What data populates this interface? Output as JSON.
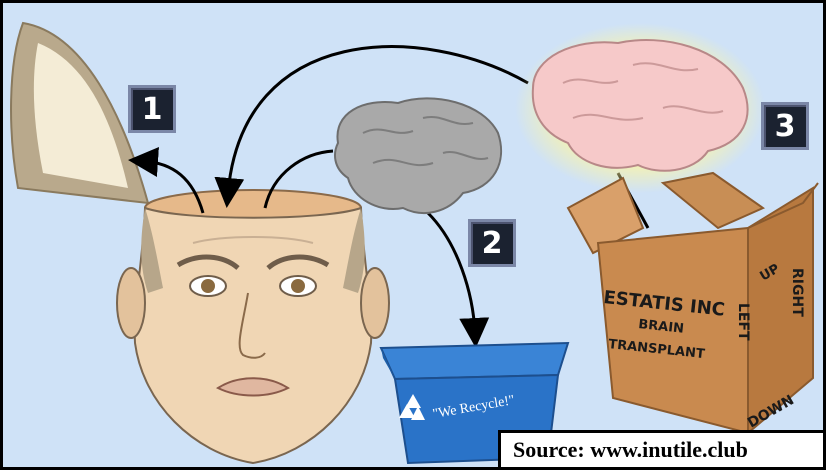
{
  "steps": [
    "1",
    "2",
    "3"
  ],
  "box": {
    "company": "ESTATIS INC",
    "line2": "BRAIN",
    "line3": "TRANSPLANT",
    "side_up": "UP",
    "side_right": "RIGHT",
    "side_left": "LEFT",
    "side_down": "DOWN"
  },
  "recycle_text": "\"We Recycle!\"",
  "source": "Source: www.inutile.club",
  "icons": [
    "head-icon",
    "skull-cap-icon",
    "grey-brain-icon",
    "pink-brain-icon",
    "recycle-bin-icon",
    "cardboard-box-icon",
    "recycle-symbol-icon"
  ],
  "colors": {
    "background": "#cfe2f7",
    "skin": "#f0d6b4",
    "grey_brain": "#a9a9a9",
    "pink_brain": "#f6c9c9",
    "bin": "#2a73c8",
    "box": "#c98a4f"
  }
}
